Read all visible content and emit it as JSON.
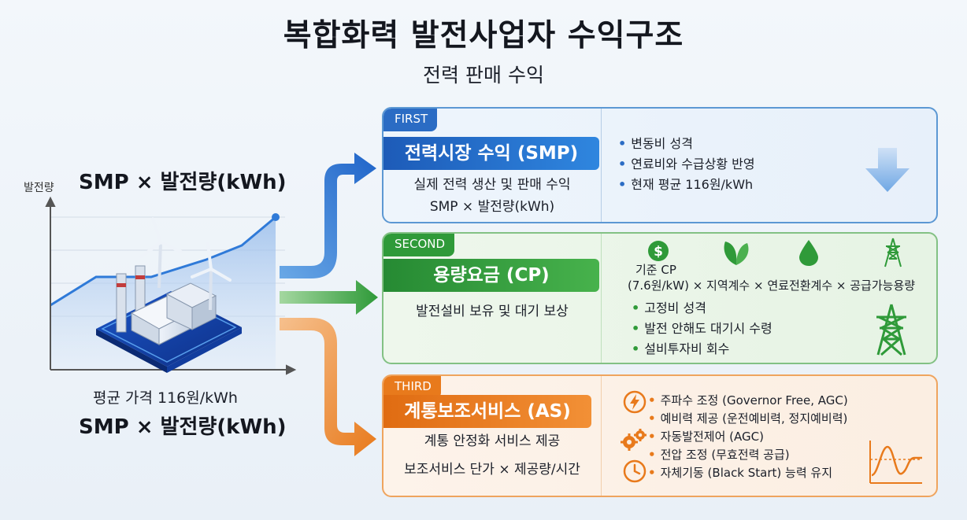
{
  "title": "복합화력 발전사업자 수익구조",
  "subtitle": "전력 판매 수익",
  "left": {
    "formula_top": "SMP × 발전량(kWh)",
    "axis_label": "발전량",
    "avg_price": "평균 가격 116원/kWh",
    "formula_bottom": "SMP × 발전량(kWh)"
  },
  "cards": [
    {
      "tag": "FIRST",
      "title": "전력시장 수익 (SMP)",
      "lines": [
        "실제 전력 생산 및 판매 수익",
        "SMP × 발전량(kWh)"
      ],
      "bullets": [
        "변동비 성격",
        "연료비와 수급상황 반영",
        "현재 평균 116원/kWh"
      ],
      "icon": "down-arrow-icon"
    },
    {
      "tag": "SECOND",
      "title": "용량요금 (CP)",
      "lines": [
        "발전설비 보유 및 대기 보상"
      ],
      "formula_line1": "기준 CP",
      "formula_line2": "(7.6원/kW) × 지역계수 × 연료전환계수 × 공급가능용량",
      "dollar_glyph": "$",
      "bullets": [
        "고정비 성격",
        "발전 안해도 대기시 수령",
        "설비투자비 회수"
      ],
      "icons": [
        "dollar-icon",
        "leaf-icon",
        "drop-icon",
        "power-tower-icon"
      ]
    },
    {
      "tag": "THIRD",
      "title": "계통보조서비스 (AS)",
      "lines": [
        "계통 안정화 서비스 제공",
        "보조서비스 단가 × 제공량/시간"
      ],
      "bullets": [
        "주파수 조정 (Governor Free, AGC)",
        "예비력 제공 (운전예비력, 정지예비력)",
        "자동발전제어 (AGC)",
        "전압 조정 (무효전력 공급)",
        "자체기동 (Black Start) 능력 유지"
      ],
      "icons": [
        "lightning-icon",
        "gears-icon",
        "clock-icon",
        "waveform-icon"
      ]
    }
  ],
  "colors": {
    "first": "#2b6cc4",
    "second": "#2f9a39",
    "third": "#e87a1c"
  }
}
